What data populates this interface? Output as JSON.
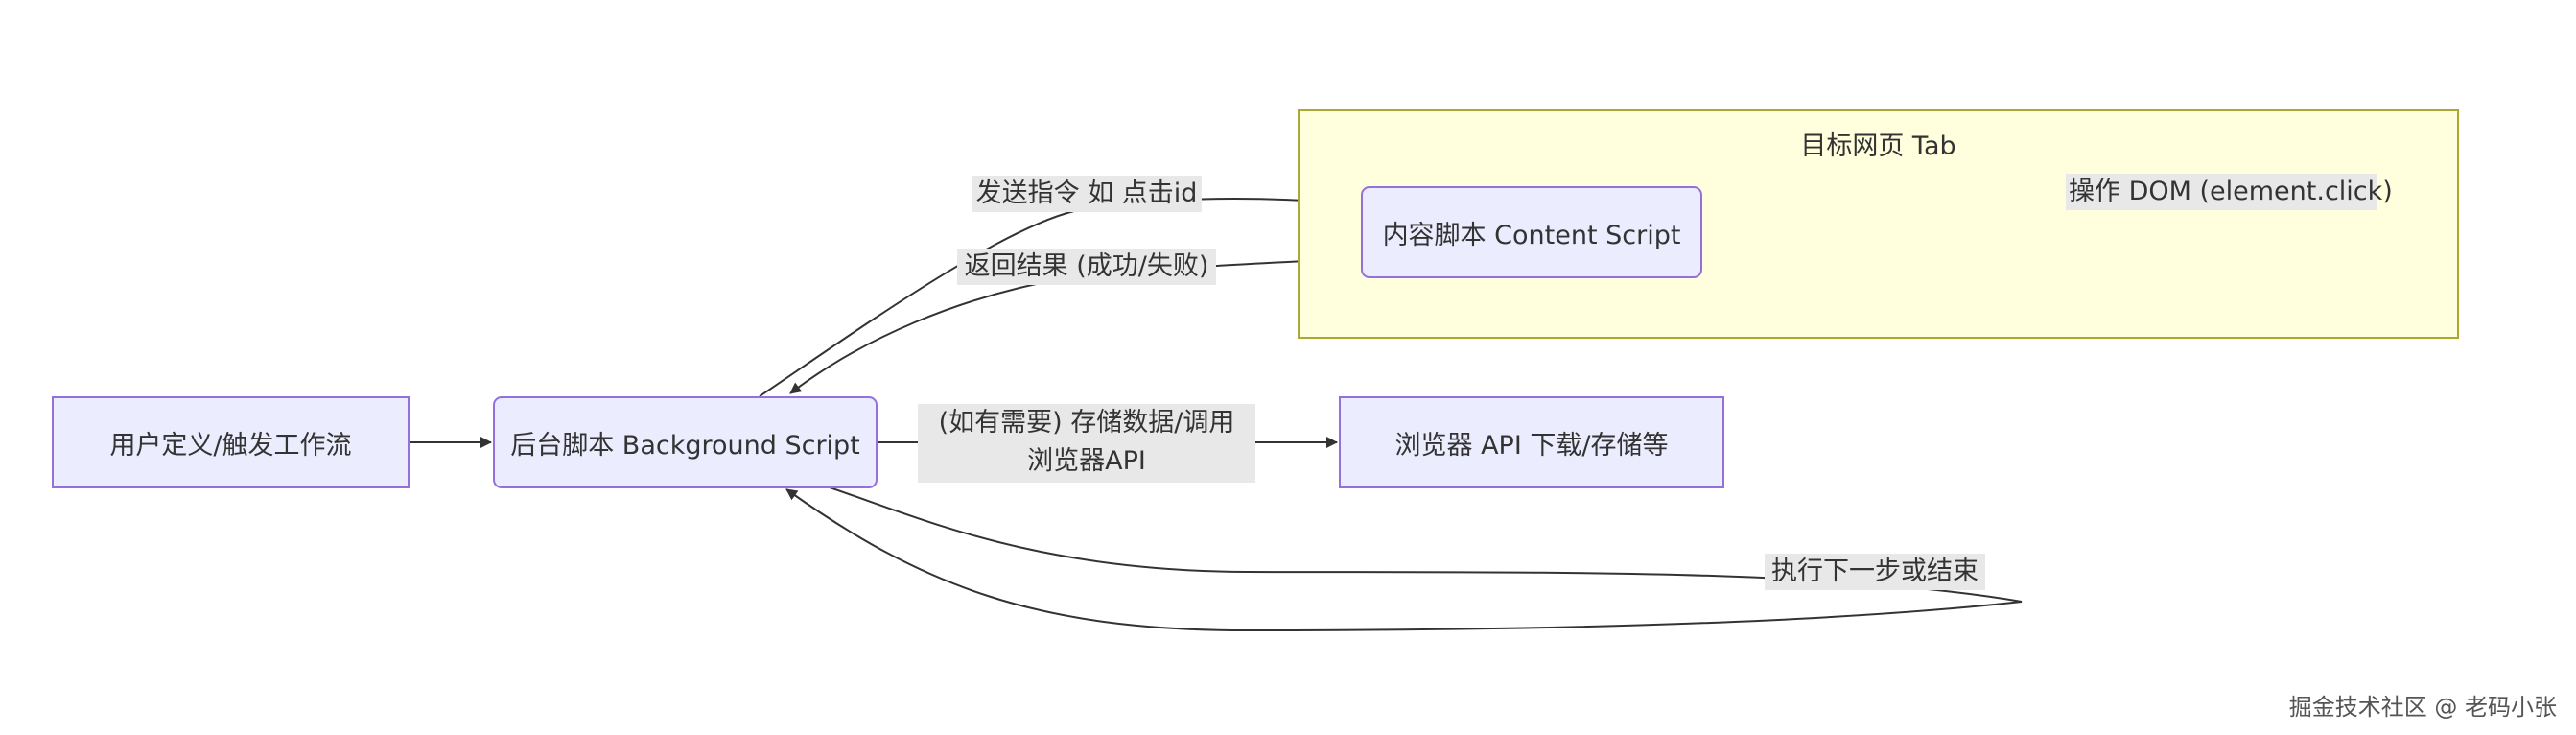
{
  "diagram": {
    "cluster": {
      "title": "目标网页 Tab"
    },
    "nodes": {
      "user": "用户定义/触发工作流",
      "background": "后台脚本 Background Script",
      "browser_api": "浏览器 API 下载/存储等",
      "content": "内容脚本 Content Script"
    },
    "edges": {
      "send": "发送指令 如 点击id",
      "return": "返回结果 (成功/失败)",
      "dom": "操作 DOM (element.click)",
      "store_line1": "(如有需要) 存储数据/调用",
      "store_line2": "浏览器API",
      "next": "执行下一步或结束"
    }
  },
  "watermark": "掘金技术社区 @ 老码小张",
  "colors": {
    "node_fill": "#ECECFF",
    "node_border": "#9370DB",
    "cluster_fill": "#FFFFDE",
    "cluster_border": "#AAAA33",
    "edge": "#333333",
    "edge_label_bg": "#E8E8E8"
  }
}
